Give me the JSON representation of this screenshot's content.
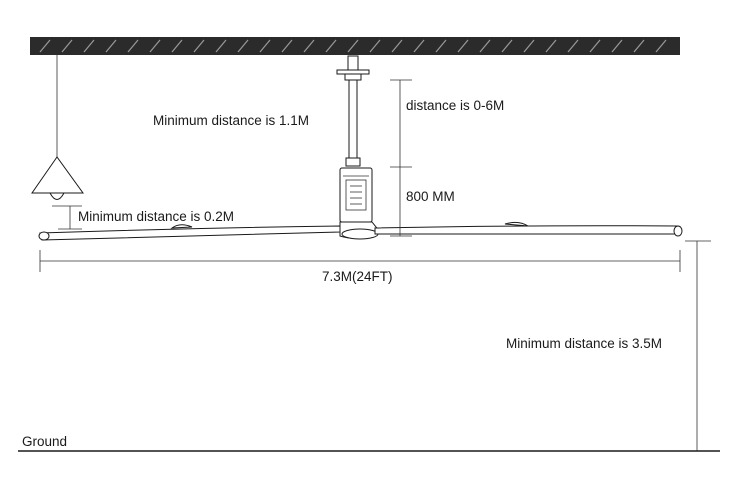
{
  "labels": {
    "min_ceiling_to_blade": "Minimum distance is 1.1M",
    "downrod_distance": "distance is 0-6M",
    "motor_height": "800 MM",
    "min_lamp_clearance": "Minimum distance is 0.2M",
    "fan_diameter": "7.3M(24FT)",
    "min_floor_clearance": "Minimum distance is 3.5M",
    "ground": "Ground"
  },
  "colors": {
    "ink": "#1a1a1a",
    "ceiling": "#2b2b2b",
    "hatch": "#9a9a9a",
    "background": "#ffffff"
  },
  "icons": {
    "lamp": "pendant-lamp-icon",
    "fan": "industrial-ceiling-fan-icon"
  }
}
